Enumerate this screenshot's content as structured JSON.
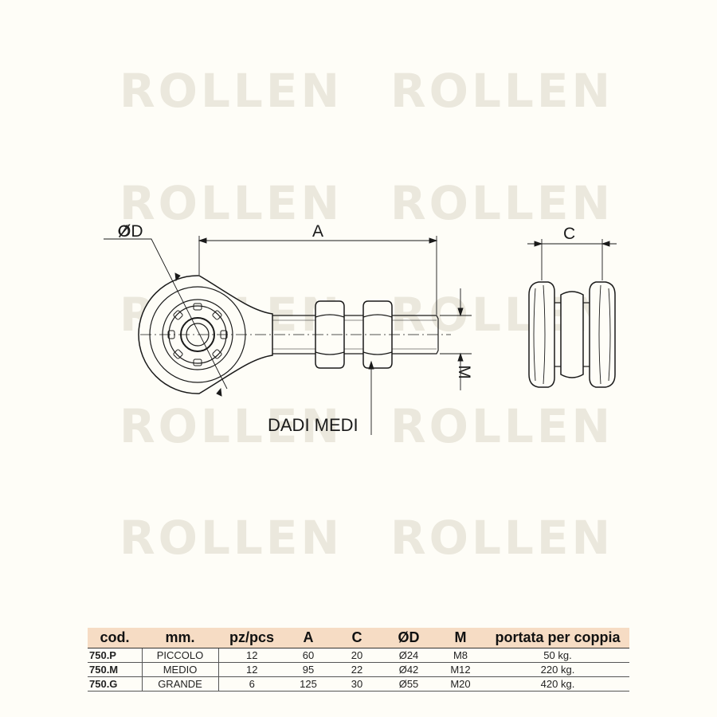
{
  "watermark": {
    "text": "ROLLEN"
  },
  "drawing": {
    "labels": {
      "diameter": "ØD",
      "length": "A",
      "width": "C",
      "thread": "M",
      "nuts": "DADI MEDI"
    }
  },
  "table": {
    "headers": [
      "cod.",
      "mm.",
      "pz/pcs",
      "A",
      "C",
      "ØD",
      "M",
      "portata per coppia"
    ],
    "rows": [
      [
        "750.P",
        "PICCOLO",
        "12",
        "60",
        "20",
        "Ø24",
        "M8",
        "50 kg."
      ],
      [
        "750.M",
        "MEDIO",
        "12",
        "95",
        "22",
        "Ø42",
        "M12",
        "220 kg."
      ],
      [
        "750.G",
        "GRANDE",
        "6",
        "125",
        "30",
        "Ø55",
        "M20",
        "420 kg."
      ]
    ]
  }
}
